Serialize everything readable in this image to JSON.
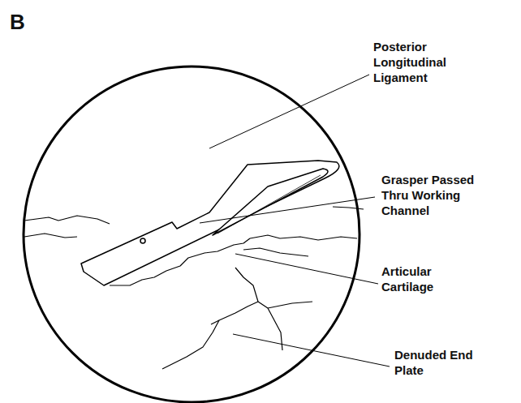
{
  "diagram": {
    "labels": [
      "B",
      "Posterior Longitudinal Ligament",
      "Grasper Passed Thru Working Channel",
      "Articular Cartilage",
      "Denuded End Plate"
    ]
  }
}
